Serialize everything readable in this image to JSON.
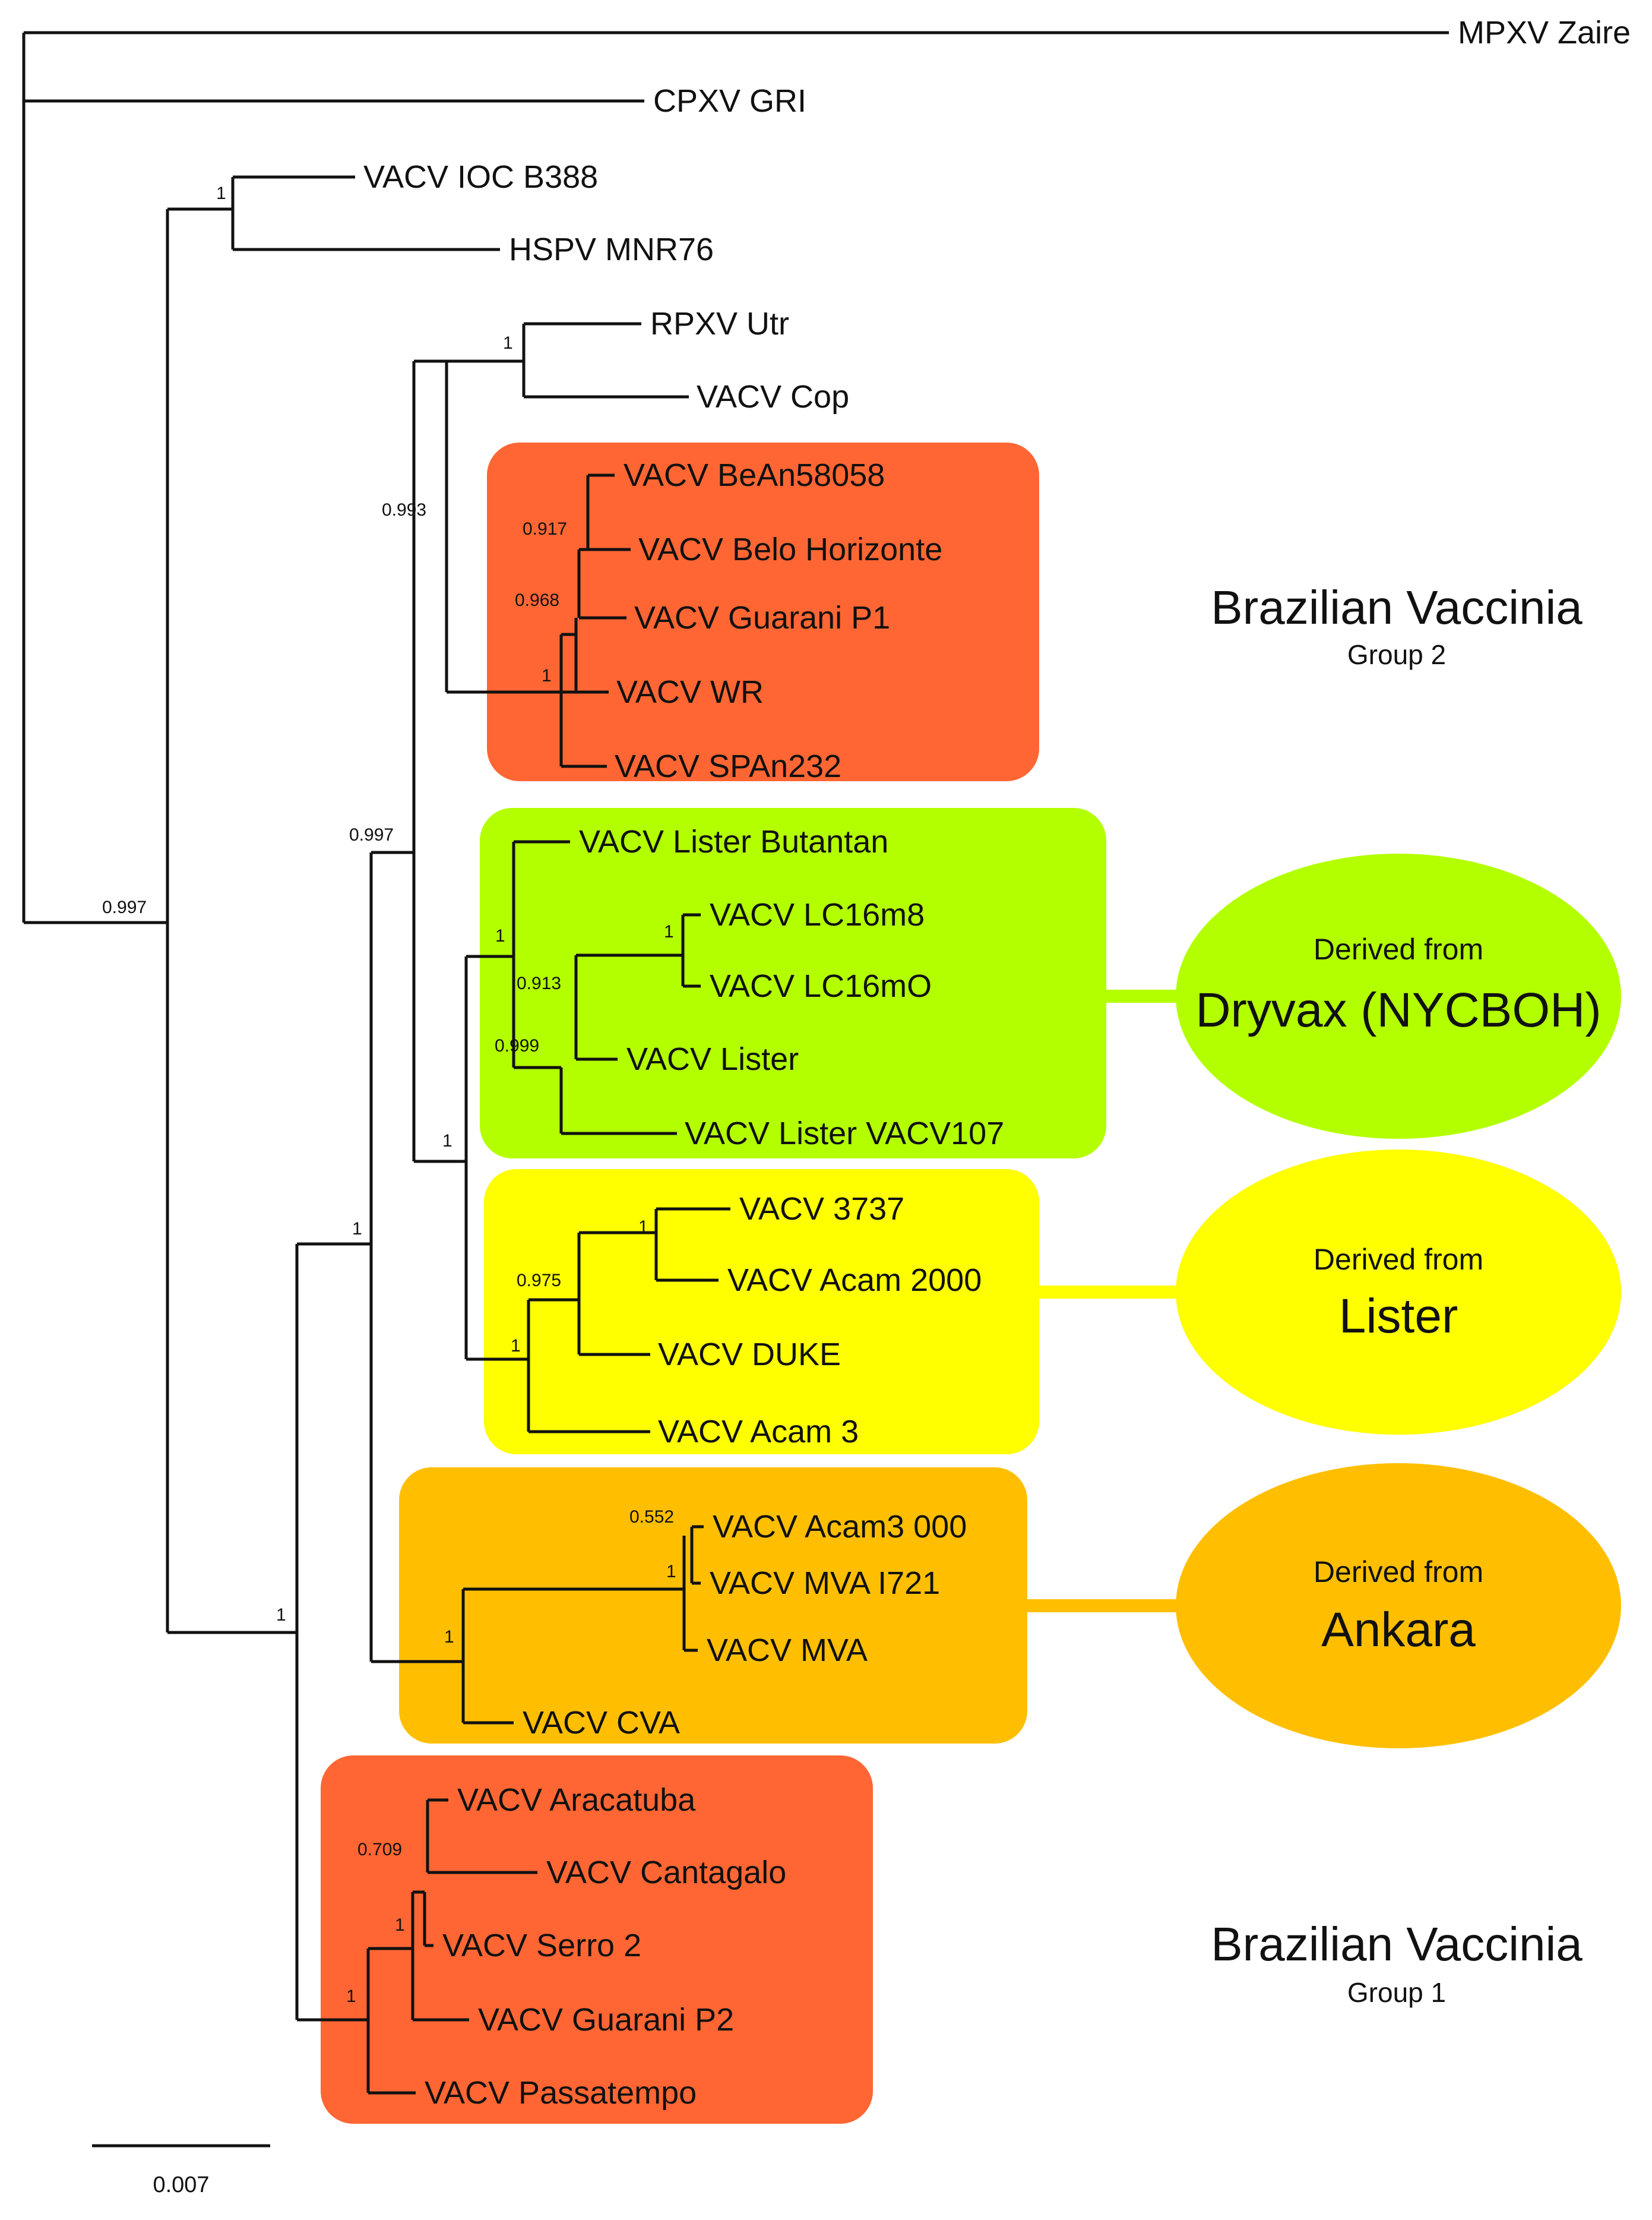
{
  "clades": {
    "brazil_g2": {
      "color": "#ff6633"
    },
    "dryvax": {
      "color": "#b3ff00"
    },
    "lister": {
      "color": "#ffff00"
    },
    "ankara": {
      "color": "#ffbf00"
    },
    "brazil_g1": {
      "color": "#ff6633"
    }
  },
  "leaves": {
    "mpxv_zaire": "MPXV Zaire",
    "cpxv_gri": "CPXV GRI",
    "vacv_ioc_b388": "VACV IOC B388",
    "hspv_mnr76": "HSPV MNR76",
    "rpxv_utr": "RPXV Utr",
    "vacv_cop": "VACV Cop",
    "vacv_bean58058": "VACV BeAn58058",
    "vacv_belo_horizonte": "VACV Belo Horizonte",
    "vacv_guarani_p1": "VACV Guarani P1",
    "vacv_wr": "VACV WR",
    "vacv_span232": "VACV SPAn232",
    "vacv_lister_butantan": "VACV Lister Butantan",
    "vacv_lc16m8": "VACV LC16m8",
    "vacv_lc16mo": "VACV LC16mO",
    "vacv_lister": "VACV Lister",
    "vacv_lister_vacv107": "VACV Lister VACV107",
    "vacv_3737": "VACV 3737",
    "vacv_acam_2000": "VACV Acam 2000",
    "vacv_duke": "VACV DUKE",
    "vacv_acam_3": "VACV Acam 3",
    "vacv_acam3_000": "VACV Acam3 000",
    "vacv_mva_i721": "VACV MVA I721",
    "vacv_mva": "VACV MVA",
    "vacv_cva": "VACV CVA",
    "vacv_aracatuba": "VACV Aracatuba",
    "vacv_cantagalo": "VACV Cantagalo",
    "vacv_serro_2": "VACV Serro 2",
    "vacv_guarani_p2": "VACV Guarani P2",
    "vacv_passatempo": "VACV Passatempo"
  },
  "supports": {
    "root_vacv": "0.997",
    "ioc_hspv": "1",
    "rpxv_cop": "1",
    "cop_brazil2": "0.993",
    "bean_belo": "0.917",
    "bh_guarani": "0.968",
    "wr_clade": "1",
    "upper_vacv": "0.997",
    "dryvax_lister": "1",
    "dryvax_clade": "1",
    "lc16": "1",
    "lc16_lister": "0.913",
    "lister_vacv107": "0.999",
    "vacv3737_acam2000": "1",
    "duke_clade": "0.975",
    "lister_clade": "1",
    "vacv_ankara": "1",
    "mva_pair": "1",
    "acam3000_mva": "0.552",
    "ankara_clade": "1",
    "all_vacv": "1",
    "aracatuba_cantagalo": "0.709",
    "serro_clade": "1",
    "brazil_g1_clade": "1"
  },
  "groups": {
    "brazil_g2": {
      "title": "Brazilian Vaccinia",
      "subtitle": "Group 2"
    },
    "brazil_g1": {
      "title": "Brazilian Vaccinia",
      "subtitle": "Group 1"
    }
  },
  "ovals": {
    "dryvax": {
      "subtitle": "Derived from",
      "title": "Dryvax (NYCBOH)"
    },
    "lister": {
      "subtitle": "Derived from",
      "title": "Lister"
    },
    "ankara": {
      "subtitle": "Derived from",
      "title": "Ankara"
    }
  },
  "scale_bar": {
    "label": "0.007"
  }
}
